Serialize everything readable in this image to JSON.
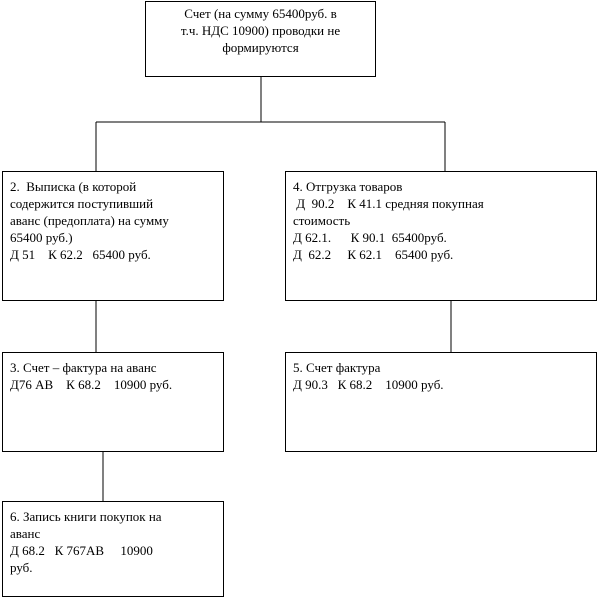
{
  "nodes": {
    "root": {
      "lines": [
        "Счет (на сумму 65400руб. в",
        "т.ч. НДС 10900) проводки не",
        "формируются"
      ]
    },
    "statement": {
      "lines": [
        "2.  Выписка (в которой",
        "содержится поступивший",
        "аванс (предоплата) на сумму",
        "65400 руб.)",
        "Д 51    К 62.2   65400 руб."
      ]
    },
    "shipment": {
      "lines": [
        "4. Отгрузка товаров",
        " Д  90.2    К 41.1 средняя покупная",
        "стоимость",
        "Д 62.1.      К 90.1  65400руб.",
        "Д  62.2     К 62.1    65400 руб."
      ]
    },
    "advance_invoice": {
      "lines": [
        "3. Счет – фактура на аванс",
        "Д76 АВ    К 68.2    10900 руб."
      ]
    },
    "invoice": {
      "lines": [
        "5. Счет фактура",
        "Д 90.3   К 68.2    10900 руб."
      ]
    },
    "purchase_book": {
      "lines": [
        "6. Запись книги покупок на",
        "аванс",
        "Д 68.2   К 767АВ     10900",
        "руб."
      ]
    }
  }
}
